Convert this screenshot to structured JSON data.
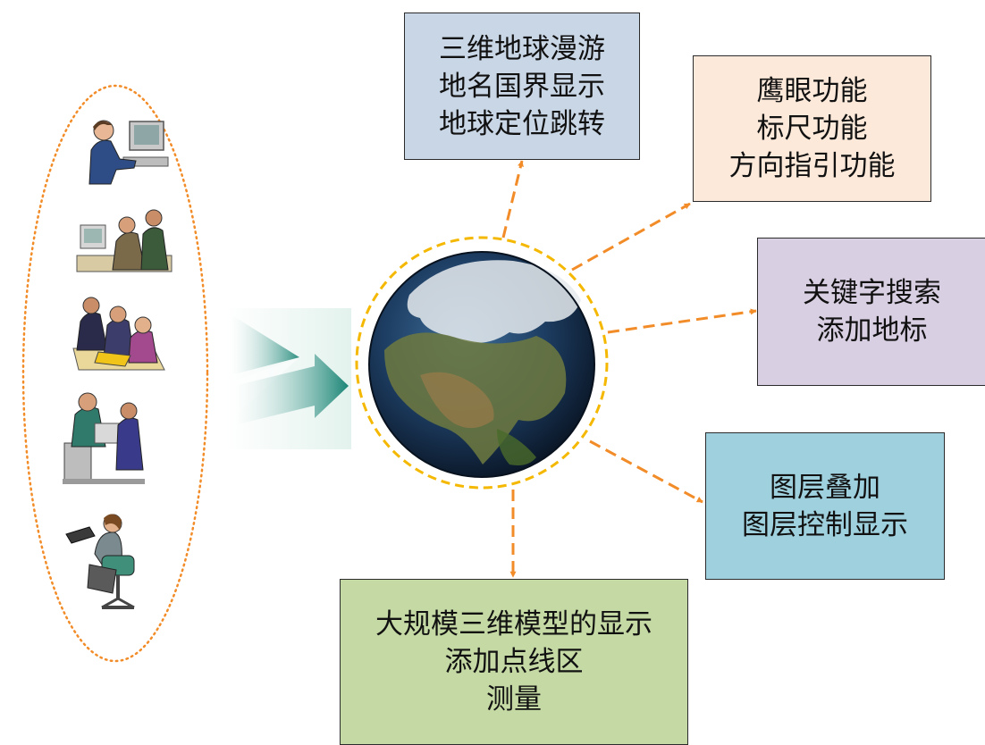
{
  "feature_boxes": {
    "roam": {
      "lines": [
        "三维地球漫游",
        "地名国界显示",
        "地球定位跳转"
      ],
      "fill": "#c9d6e6"
    },
    "hawk": {
      "lines": [
        "鹰眼功能",
        "标尺功能",
        "方向指引功能"
      ],
      "fill": "#fce9da"
    },
    "search": {
      "lines": [
        "关键字搜索",
        "添加地标"
      ],
      "fill": "#d9cfe2"
    },
    "layer": {
      "lines": [
        "图层叠加",
        "图层控制显示"
      ],
      "fill": "#9fd0de"
    },
    "model": {
      "lines": [
        "大规模三维模型的显示",
        "添加点线区",
        "测量"
      ],
      "fill": "#c5d9a4"
    }
  },
  "users": [
    "office-worker-at-computer-icon",
    "two-workers-at-computer-icon",
    "team-meeting-icon",
    "two-colleagues-discussing-icon",
    "woman-with-laptop-icon"
  ],
  "colors": {
    "arrow": "#f28c28",
    "circle_dash": "#f5b800",
    "ellipse_dots": "#f28c28",
    "big_arrow": "#1e8a7a"
  }
}
